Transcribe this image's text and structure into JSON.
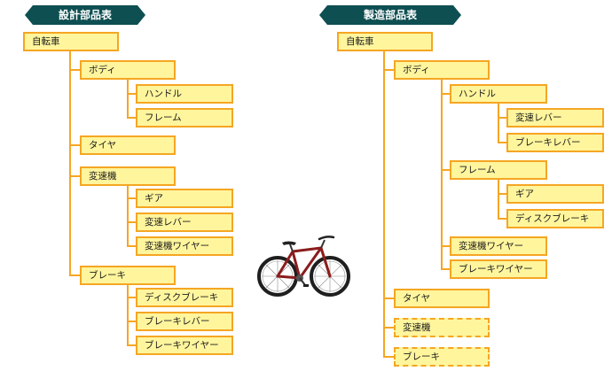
{
  "titles": {
    "design": "設計部品表",
    "manufacturing": "製造部品表"
  },
  "design_bom": {
    "root": "自転車",
    "body": "ボディ",
    "handle": "ハンドル",
    "frame": "フレーム",
    "tire": "タイヤ",
    "transmission": "変速機",
    "gear": "ギア",
    "shift_lever": "変速レバー",
    "shift_wire": "変速機ワイヤー",
    "brake": "ブレーキ",
    "disc_brake": "ディスクブレーキ",
    "brake_lever": "ブレーキレバー",
    "brake_wire": "ブレーキワイヤー"
  },
  "manufacturing_bom": {
    "root": "自転車",
    "body": "ボディ",
    "handle": "ハンドル",
    "shift_lever": "変速レバー",
    "brake_lever": "ブレーキレバー",
    "frame": "フレーム",
    "gear": "ギア",
    "disc_brake": "ディスクブレーキ",
    "shift_wire": "変速機ワイヤー",
    "brake_wire": "ブレーキワイヤー",
    "tire": "タイヤ",
    "transmission": "変速機",
    "brake": "ブレーキ"
  },
  "colors": {
    "title_bg": "#0e4f52",
    "node_fill": "#fff59d",
    "node_border": "#f5a623"
  },
  "illustration": "bicycle-icon"
}
